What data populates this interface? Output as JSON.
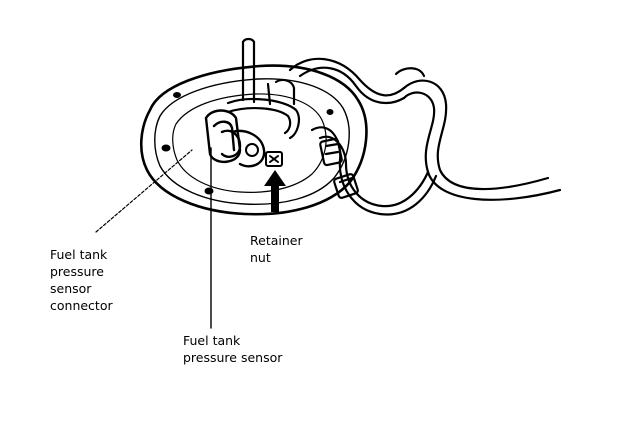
{
  "labels": {
    "connector": [
      "Fuel tank",
      "pressure",
      "sensor",
      "connector"
    ],
    "retainer_nut": [
      "Retainer",
      "nut"
    ],
    "sensor": [
      "Fuel tank",
      "pressure sensor"
    ]
  },
  "colors": {
    "ink": "#000000",
    "paper": "#ffffff"
  }
}
